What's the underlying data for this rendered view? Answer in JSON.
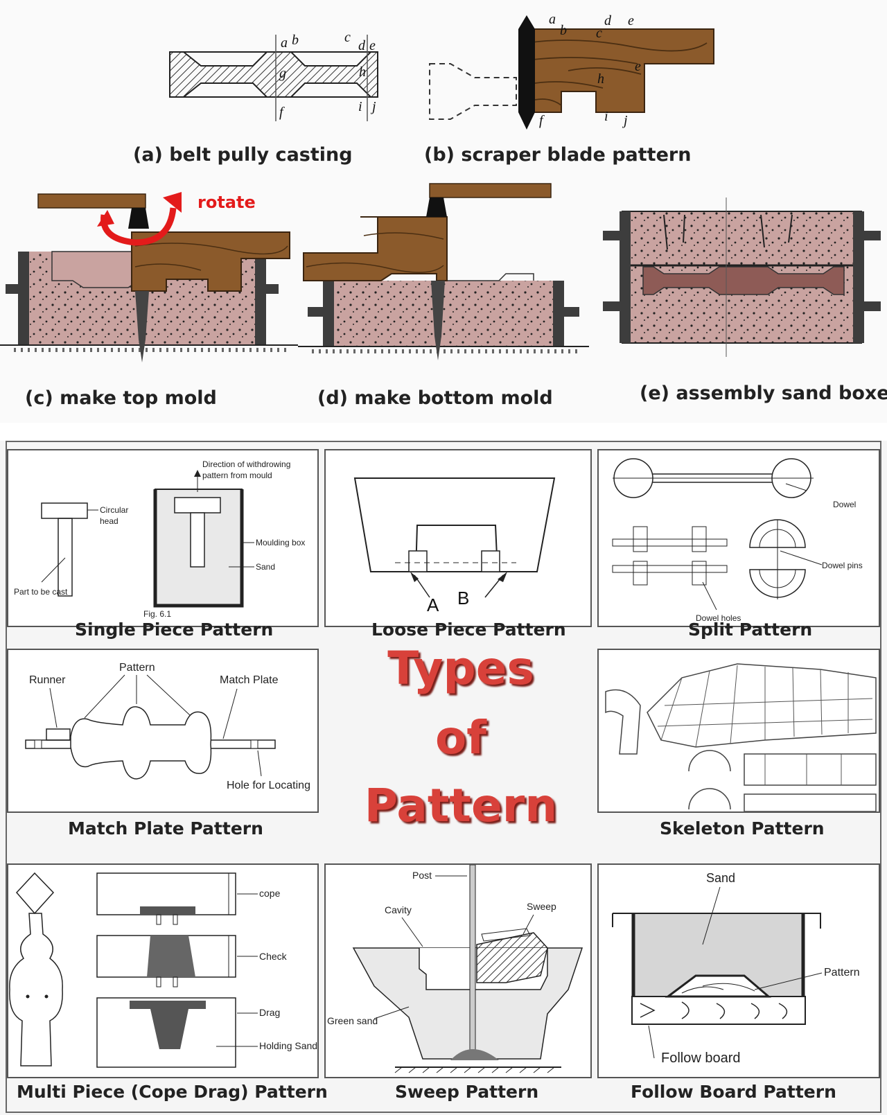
{
  "top_section": {
    "captions": {
      "a": "(a) belt pully casting",
      "b": "(b) scraper blade pattern",
      "c": "(c) make top mold",
      "d": "(d) make bottom mold",
      "e": "(e) assembly sand boxes"
    },
    "rotate_label": "rotate",
    "point_labels_a": [
      "a",
      "b",
      "c",
      "d",
      "e",
      "g",
      "h",
      "f",
      "i",
      "j"
    ],
    "point_labels_b": [
      "a",
      "b",
      "c",
      "d",
      "e",
      "e",
      "h",
      "f",
      "i",
      "j"
    ]
  },
  "center_title": {
    "line1": "Types",
    "line2": "of",
    "line3": "Pattern"
  },
  "patterns": {
    "single": {
      "caption": "Single Piece Pattern",
      "labels": {
        "direction1": "Direction of withdrowing",
        "direction2": "pattern from mould",
        "circular1": "Circular",
        "circular2": "head",
        "moulding_box": "Moulding box",
        "sand": "Sand",
        "part": "Part to be cast",
        "fig": "Fig. 6.1"
      }
    },
    "loose": {
      "caption": "Loose Piece Pattern",
      "labels": {
        "a": "A",
        "b": "B"
      }
    },
    "split": {
      "caption": "Split Pattern",
      "labels": {
        "dowel": "Dowel",
        "dowel_pins": "Dowel pins",
        "dowel_holes": "Dowel holes"
      }
    },
    "match": {
      "caption": "Match Plate Pattern",
      "labels": {
        "runner": "Runner",
        "pattern": "Pattern",
        "match_plate": "Match Plate",
        "hole": "Hole for Locating"
      }
    },
    "skeleton": {
      "caption": "Skeleton Pattern"
    },
    "multi": {
      "caption": "Multi Piece (Cope Drag) Pattern",
      "labels": {
        "cope": "cope",
        "check": "Check",
        "drag": "Drag",
        "holding_sand": "Holding Sand"
      }
    },
    "sweep": {
      "caption": "Sweep Pattern",
      "labels": {
        "post": "Post",
        "cavity": "Cavity",
        "sweep": "Sweep",
        "green_sand": "Green sand"
      }
    },
    "follow": {
      "caption": "Follow Board Pattern",
      "labels": {
        "sand": "Sand",
        "pattern": "Pattern",
        "follow_board": "Follow board"
      }
    }
  },
  "colors": {
    "wood": "#8b5a2b",
    "wood_dark": "#5e3a16",
    "sand": "#c9a3a0",
    "sand_dark": "#a97f7c",
    "box": "#3d3d3d",
    "title_red": "#d8413a",
    "arrow_red": "#e31b1b"
  }
}
